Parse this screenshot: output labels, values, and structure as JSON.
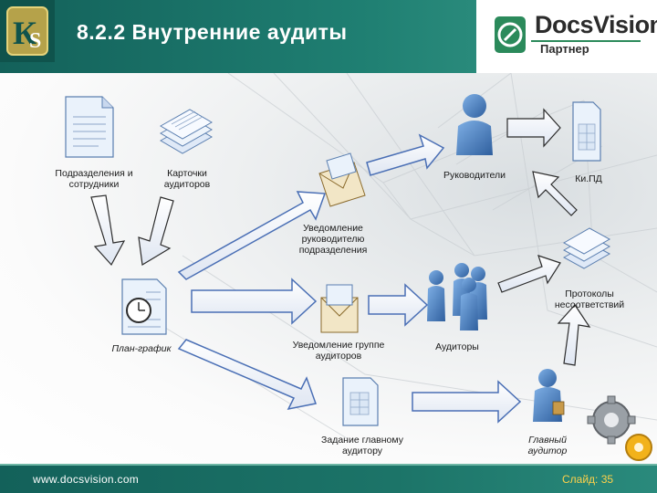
{
  "slide": {
    "title": "8.2.2  Внутренние аудиты",
    "brand_name": "DocsVision",
    "brand_sub": "Партнер",
    "footer_url": "www.docsvision.com",
    "footer_slide": "Слайд: 35"
  },
  "nodes": {
    "departments": "Подразделения и сотрудники",
    "auditor_cards": "Карточки аудиторов",
    "schedule": "План-график",
    "notify_head": "Уведомление руководителю подразделения",
    "notify_group": "Уведомление группе аудиторов",
    "task_lead": "Задание главному аудитору",
    "heads": "Руководители",
    "kipd": "Ки.ПД",
    "nonconformity": "Протоколы несоответствий",
    "auditors": "Аудиторы",
    "lead_auditor": "Главный аудитор"
  },
  "colors": {
    "header": "#13615a",
    "footer_slide": "#ffd24a",
    "arrow_stroke": "#4a6fb5",
    "person": "#3d74b8"
  }
}
